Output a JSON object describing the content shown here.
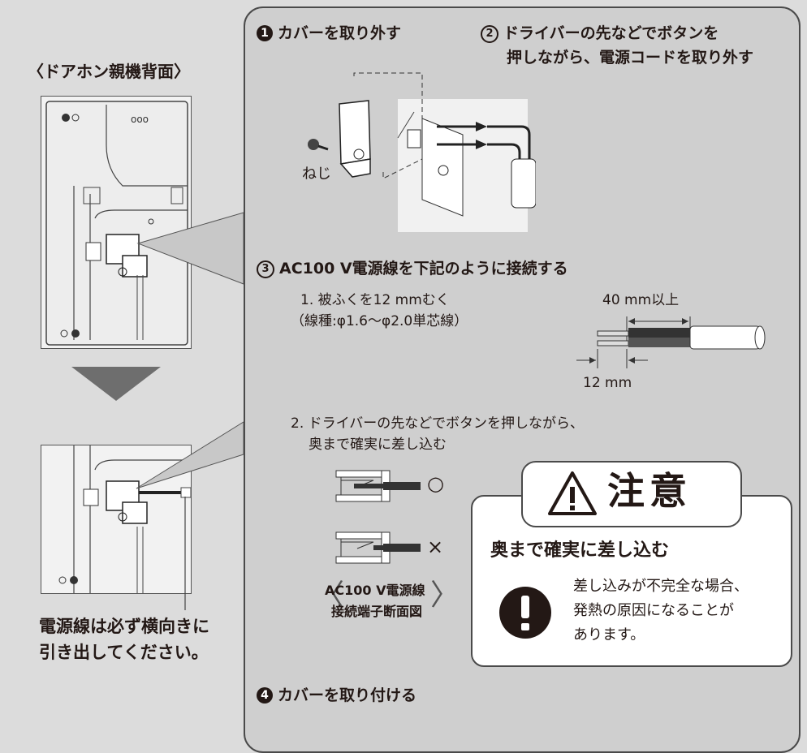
{
  "left": {
    "title": "〈ドアホン親機背面〉",
    "note_line1": "電源線は必ず横向きに",
    "note_line2": "引き出してください。"
  },
  "step1": {
    "num": "1",
    "label": "カバーを取り外す",
    "screw_label": "ねじ"
  },
  "step2": {
    "num": "2",
    "line1": "ドライバーの先などでボタンを",
    "line2": "押しながら、電源コードを取り外す"
  },
  "step3": {
    "num": "3",
    "label": "AC100 V電源線を下記のように接続する",
    "item1_line1": "1. 被ふくを12 mmむく",
    "item1_line2": "（線種:φ1.6～φ2.0単芯線）",
    "dim_long": "40 mm以上",
    "dim_short": "12 mm",
    "item2_line1": "2. ドライバーの先などでボタンを押しながら、",
    "item2_line2": "奥まで確実に差し込む",
    "ok_mark": "○",
    "ng_mark": "×",
    "diagram_caption_line1": "AC100 V電源線",
    "diagram_caption_line2": "接続端子断面図"
  },
  "caution": {
    "title": "注意",
    "headline": "奥まで確実に差し込む",
    "body_line1": "差し込みが不完全な場合、",
    "body_line2": "発熱の原因になることが",
    "body_line3": "あります。"
  },
  "step4": {
    "num": "4",
    "label": "カバーを取り付ける"
  },
  "colors": {
    "background": "#dcdcdc",
    "panel": "#cfcfcf",
    "line": "#4a4a4a",
    "text": "#231815",
    "arrow": "#6e6e6e"
  }
}
